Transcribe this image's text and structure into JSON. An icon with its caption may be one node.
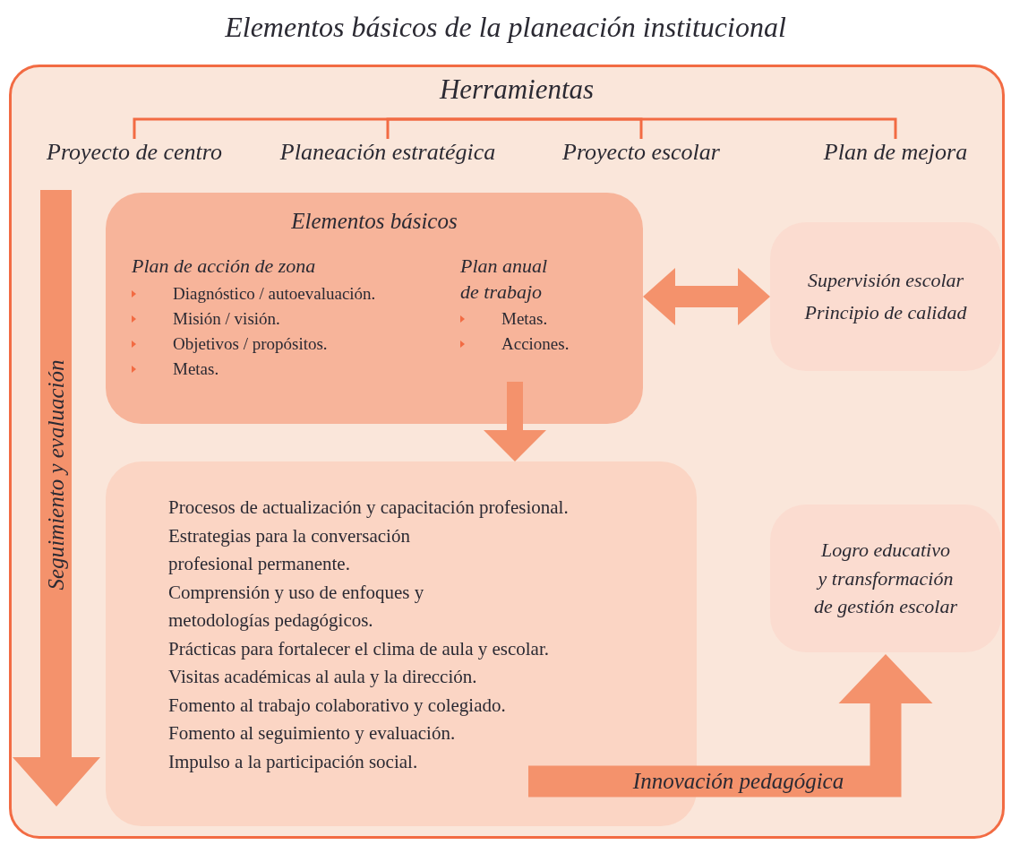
{
  "diagram": {
    "title": "Elementos básicos de la planeación institucional",
    "nodes": [
      {
        "text": [],
        "shape": "box"
      },
      {
        "text": [
          "Herramientas"
        ],
        "in": 0
      },
      {
        "text": [
          "Proyecto de centro"
        ],
        "in": 0
      },
      {
        "text": [
          "Planeación estratégica"
        ],
        "in": 0
      },
      {
        "text": [
          "Proyecto escolar"
        ],
        "in": 0
      },
      {
        "text": [
          "Plan de mejora"
        ],
        "in": 0
      },
      {
        "text": [
          "Elementos básicos",
          "Plan de acción de zona",
          "Diagnóstico / autoevaluación.",
          "Misión / visión.",
          "Objetivos / propósitos.",
          "Metas.",
          "Plan anual de trabajo",
          "Metas.",
          "Acciones."
        ],
        "in": 0
      },
      {
        "text": [
          "Supervisión escolar",
          "Principio de calidad"
        ],
        "in": 0
      },
      {
        "text": [
          "Procesos de actualización y capacitación profesional.",
          "Estrategias para la conversación profesional permanente.",
          "Comprensión y uso de enfoques y metodologías pedagógicos.",
          "Prácticas para fortalecer el clima de aula y escolar.",
          "Visitas académicas al aula y la dirección.",
          "Fomento al trabajo colaborativo y colegiado.",
          "Fomento al seguimiento y evaluación.",
          "Impulso a la participación social."
        ],
        "in": 0
      },
      {
        "text": [
          "Logro educativo y transformación de gestión escolar"
        ],
        "in": 0
      }
    ],
    "edges": [
      {
        "from": 1,
        "to": 2,
        "arrow": "none"
      },
      {
        "from": 1,
        "to": 3,
        "arrow": "none"
      },
      {
        "from": 1,
        "to": 4,
        "arrow": "none"
      },
      {
        "from": 1,
        "to": 5,
        "arrow": "none"
      },
      {
        "from": 6,
        "to": 7,
        "arrow": "both",
        "style": "thick",
        "color": "#f4926c"
      },
      {
        "from": 6,
        "to": 8,
        "arrow": "to",
        "style": "thick",
        "color": "#f4926c"
      },
      {
        "from": 8,
        "to": 9,
        "arrow": "to",
        "label": "Innovación pedagógica",
        "style": "thick",
        "color": "#f4926c"
      }
    ],
    "labels": [
      "Seguimiento y evaluación"
    ]
  }
}
